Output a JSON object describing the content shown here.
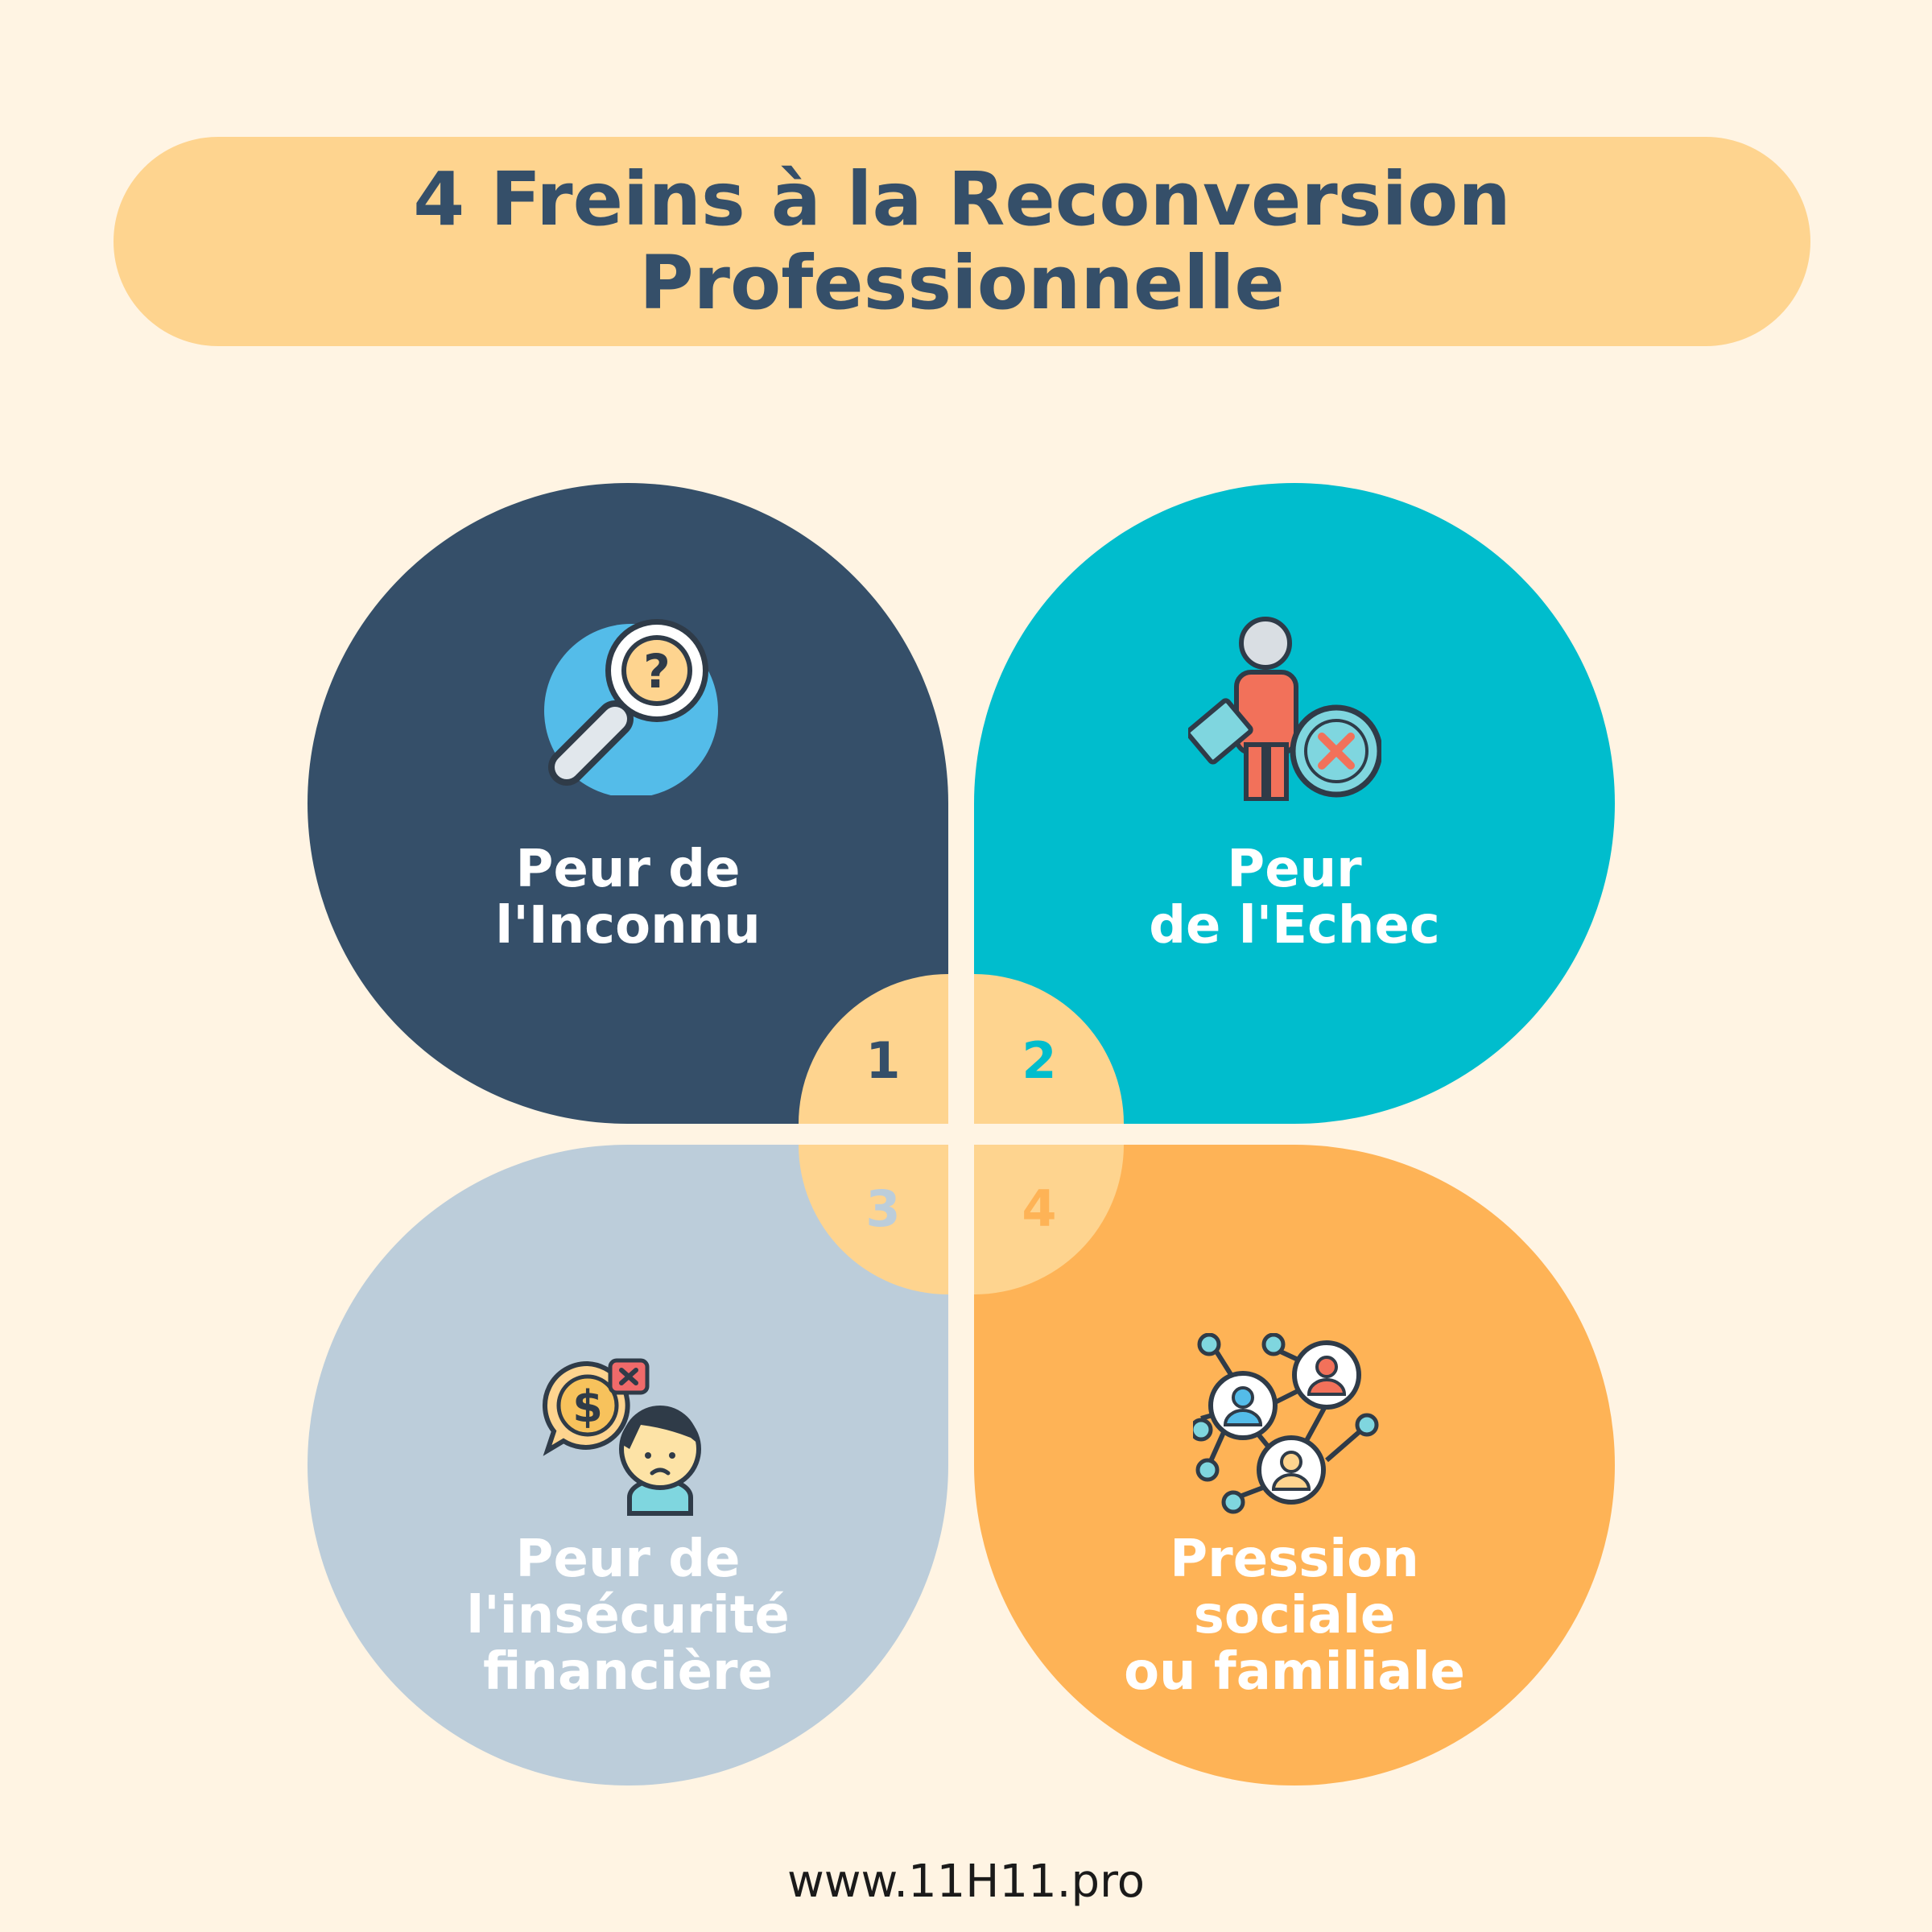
{
  "title": {
    "line1": "4 Freins à la Reconversion",
    "line2": "Professionnelle"
  },
  "petals": [
    {
      "number": "1",
      "lines": [
        "Peur de",
        "l'Inconnu"
      ],
      "color": "#354f69",
      "icon": "magnifier-question-icon"
    },
    {
      "number": "2",
      "lines": [
        "Peur",
        "de l'Echec"
      ],
      "color": "#00bdcd",
      "icon": "person-failure-icon"
    },
    {
      "number": "3",
      "lines": [
        "Peur de",
        "l'insécurité",
        "financière"
      ],
      "color": "#bccdda",
      "icon": "worried-person-money-icon"
    },
    {
      "number": "4",
      "lines": [
        "Pression",
        "sociale",
        "ou familiale"
      ],
      "color": "#feb356",
      "icon": "social-network-icon"
    }
  ],
  "center_color": "#fed48f",
  "background": "#fff4e3",
  "footer": "www.11H11.pro"
}
